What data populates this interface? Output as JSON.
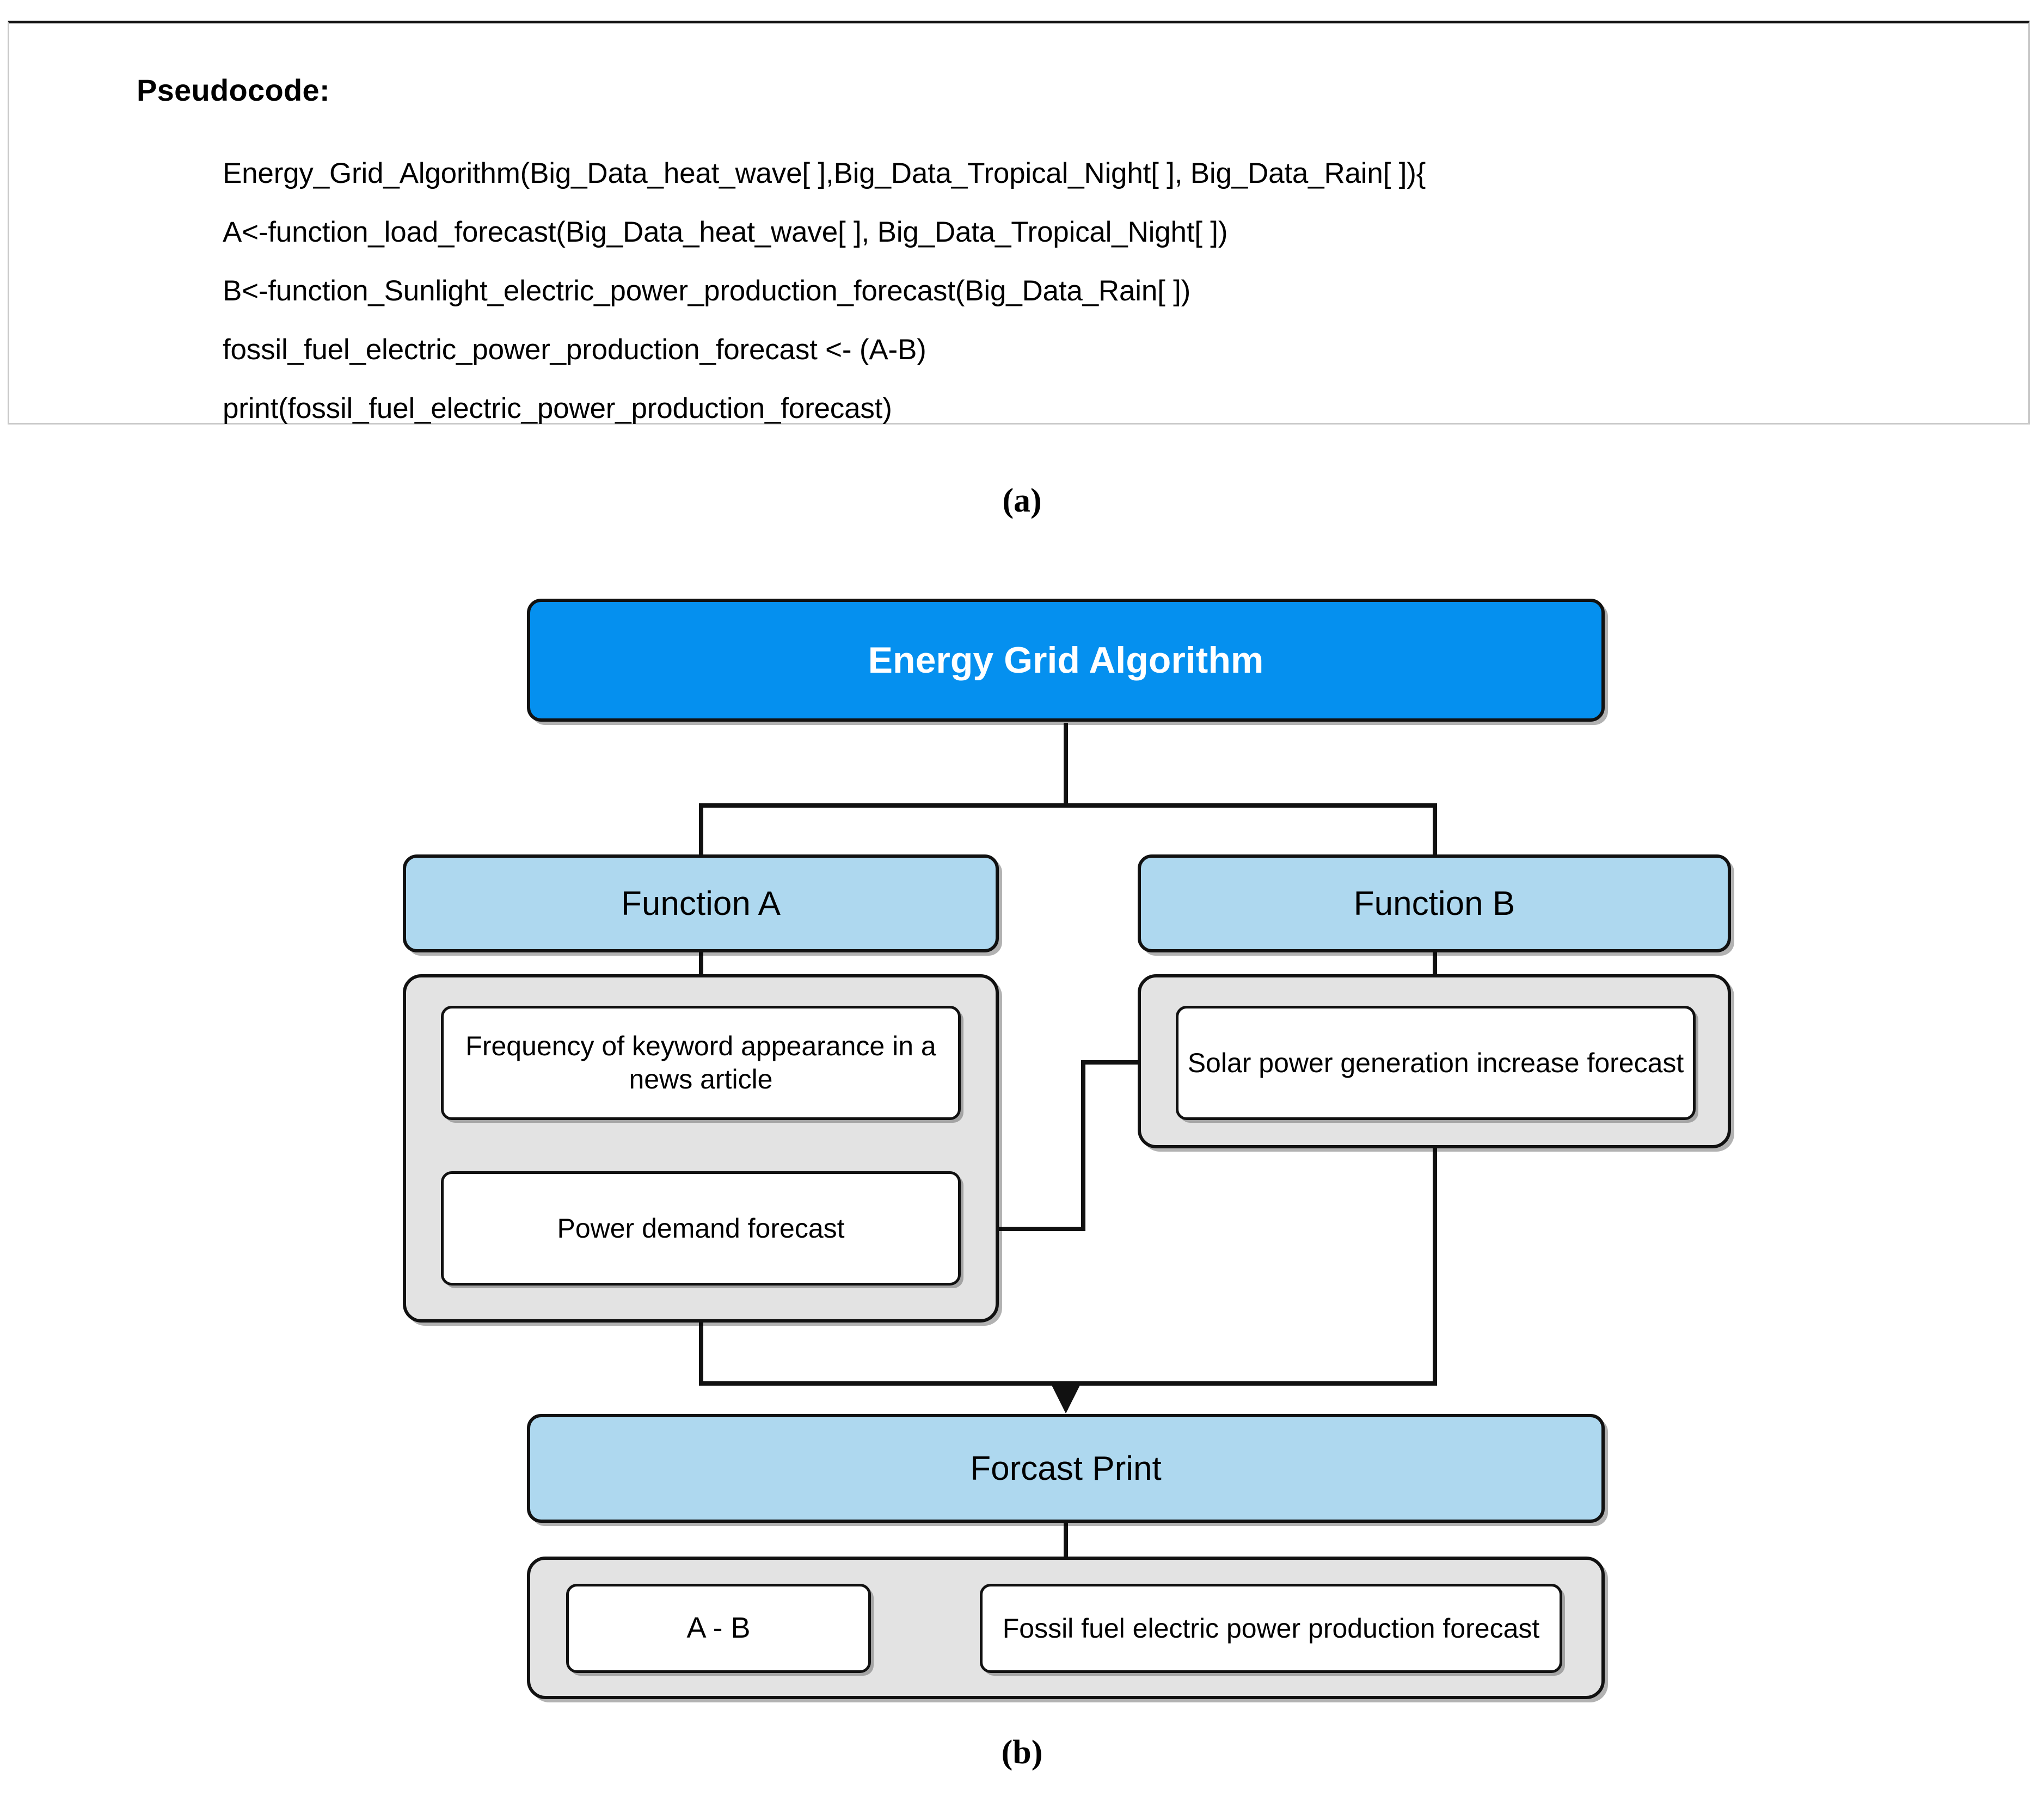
{
  "figure": {
    "subfigure_a_label": "(a)",
    "subfigure_b_label": "(b)"
  },
  "pseudocode": {
    "title": "Pseudocode:",
    "lines": [
      "Energy_Grid_Algorithm(Big_Data_heat_wave[ ],Big_Data_Tropical_Night[ ], Big_Data_Rain[ ]){",
      "A<-function_load_forecast(Big_Data_heat_wave[ ], Big_Data_Tropical_Night[ ])",
      "B<-function_Sunlight_electric_power_production_forecast(Big_Data_Rain[ ])",
      "fossil_fuel_electric_power_production_forecast <- (A-B)",
      "print(fossil_fuel_electric_power_production_forecast)"
    ]
  },
  "diagram": {
    "colors": {
      "primary_blue": "#0590ef",
      "stage_blue": "#aed8ef",
      "group_gray": "#e3e3e3",
      "leaf_white": "#ffffff",
      "stroke_black": "#111111"
    },
    "nodes": {
      "root": "Energy Grid Algorithm",
      "function_a": "Function A",
      "function_b": "Function B",
      "keyword_frequency": "Frequency of keyword appearance in a news article",
      "power_demand_forecast": "Power demand forecast",
      "solar_power": "Solar power generation increase forecast",
      "forcast_print": "Forcast Print",
      "a_minus_b": "A - B",
      "fossil_fuel_forecast": "Fossil fuel electric power production forecast"
    },
    "edges": [
      {
        "from": "Energy Grid Algorithm",
        "to": "Function A",
        "style": "orthogonal-split"
      },
      {
        "from": "Energy Grid Algorithm",
        "to": "Function B",
        "style": "orthogonal-split"
      },
      {
        "from": "Function A",
        "to": "Frequency of keyword appearance in a news article",
        "style": "straight"
      },
      {
        "from": "Function B",
        "to": "Solar power generation increase forecast",
        "style": "straight"
      },
      {
        "from": "Frequency of keyword appearance in a news article",
        "to": "Power demand forecast",
        "style": "arrow-down"
      },
      {
        "from": "Power demand forecast",
        "to": "Solar power generation increase forecast",
        "style": "orthogonal-arrow-right"
      },
      {
        "from": "Function A",
        "to": "Forcast Print",
        "style": "orthogonal-merge"
      },
      {
        "from": "Function B",
        "to": "Forcast Print",
        "style": "orthogonal-merge"
      },
      {
        "from": "Forcast Print",
        "to": "A - B",
        "style": "straight"
      },
      {
        "from": "A - B",
        "to": "Fossil fuel electric power production forecast",
        "style": "arrow-right"
      }
    ]
  }
}
